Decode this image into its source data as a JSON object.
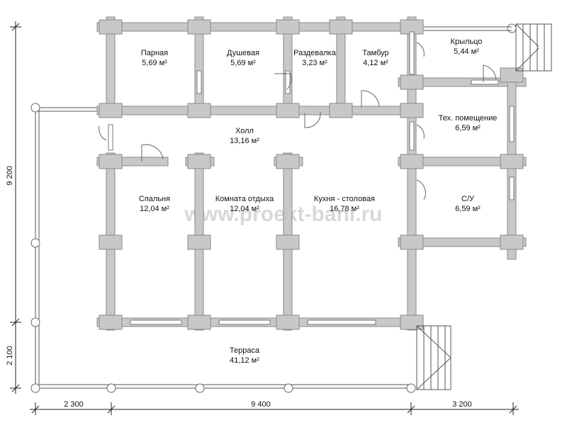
{
  "watermark": "www.proekt-bani.ru",
  "rooms": {
    "parnaya": {
      "name": "Парная",
      "area": "5,69 м²"
    },
    "dushevaya": {
      "name": "Душевая",
      "area": "5,69 м²"
    },
    "razdevalka": {
      "name": "Раздевалка",
      "area": "3,23 м²"
    },
    "tambur": {
      "name": "Тамбур",
      "area": "4,12 м²"
    },
    "kryltso": {
      "name": "Крыльцо",
      "area": "5,44 м²"
    },
    "tech": {
      "name": "Тех. помещение",
      "area": "6,59 м²"
    },
    "holl": {
      "name": "Холл",
      "area": "13,16 м²"
    },
    "spalnya": {
      "name": "Спальня",
      "area": "12,04 м²"
    },
    "komnata": {
      "name": "Комната отдыха",
      "area": "12,04 м²"
    },
    "kuhnya": {
      "name": "Кухня - столовая",
      "area": "16,78 м²"
    },
    "su": {
      "name": "С/У",
      "area": "6,59 м²"
    },
    "terrasa": {
      "name": "Терраса",
      "area": "41,12 м²"
    }
  },
  "dimensions": {
    "bottom_left": "2 300",
    "bottom_mid": "9 400",
    "bottom_right": "3 200",
    "left_upper": "9 200",
    "left_lower": "2 100"
  }
}
